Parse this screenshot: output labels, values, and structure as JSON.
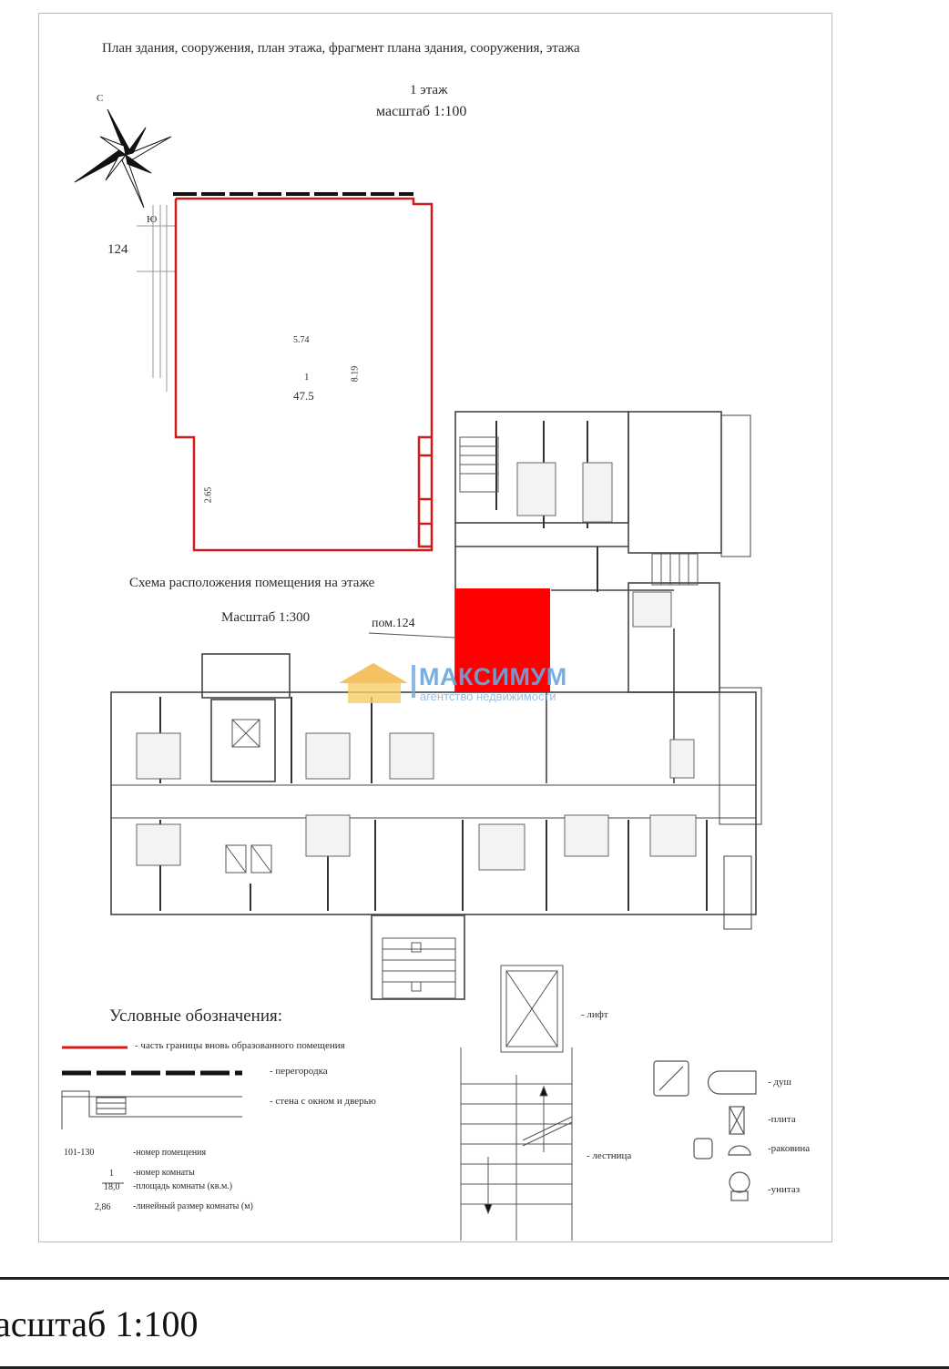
{
  "header": {
    "title": "План здания, сооружения, план этажа, фрагмент плана здания, сооружения, этажа",
    "floor": "1 этаж",
    "scale": "масштаб 1:100"
  },
  "compass": {
    "north": "С",
    "south": "Ю"
  },
  "room_plan": {
    "room_number": "124",
    "width_dim": "5.74",
    "height_dim": "8.19",
    "notch_dim": "2.65",
    "room_index": "1",
    "room_area": "47.5"
  },
  "scheme": {
    "title": "Схема расположения помещения на этаже",
    "scale": "Масштаб 1:300",
    "callout": "пом.124"
  },
  "watermark": {
    "brand": "МАКСИМУМ",
    "tagline": "агентство недвижимости"
  },
  "legend": {
    "title": "Условные обозначения:",
    "boundary": "- часть границы вновь образованного помещения",
    "partition": "- перегородка",
    "wall": "- стена с окном и дверью",
    "room_range": "101-130",
    "room_range_label": "-номер помещения",
    "room_no_example": "1",
    "room_no_label": "-номер комнаты",
    "area_example": "18,0",
    "area_label": "-площадь комнаты (кв.м.)",
    "dim_example": "2,86",
    "dim_label": "-линейный размер комнаты (м)",
    "lift": "- лифт",
    "stairs": "- лестница",
    "shower": "- душ",
    "stove": "-плита",
    "sink": "-раковина",
    "toilet": "-унитаз"
  },
  "footer": {
    "scale_text": "асштаб 1:100"
  },
  "colors": {
    "boundary": "#d11a1a",
    "highlight": "#ff0000",
    "line": "#333333",
    "logo": "#6aa7e0"
  }
}
